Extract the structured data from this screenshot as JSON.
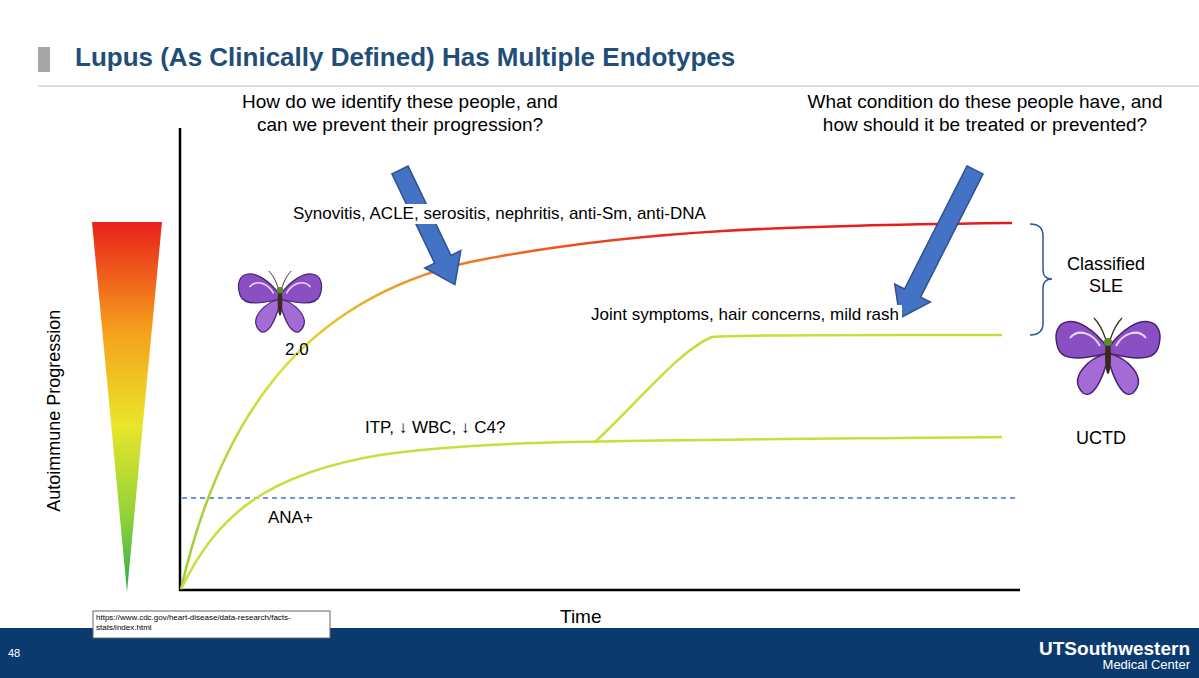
{
  "diagram": {
    "title": "Lupus (As Clinically Defined) Has Multiple Endotypes",
    "labels": [
      "How do we identify these people, and can we prevent their progression?",
      "What condition do these people have, and how should it be treated or prevented?",
      "Synovitis, ACLE, serositis, nephritis, anti-Sm, anti-DNA",
      "2.0",
      "Joint symptoms, hair concerns, mild rash",
      "Classified SLE",
      "ITP, ↓ WBC, ↓ C4?",
      "UCTD",
      "ANA+",
      "Autoimmune Progression",
      "Time",
      "https://www.cdc.gov/heart-disease/data-research/facts-stats/index.html",
      "48",
      "UTSouthwestern",
      "Medical Center"
    ]
  }
}
